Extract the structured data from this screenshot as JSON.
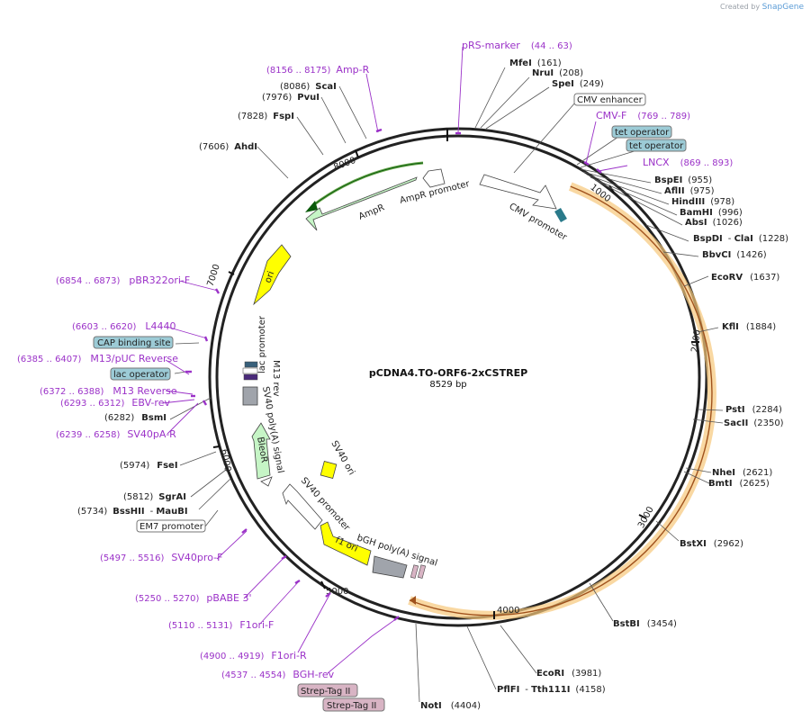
{
  "credit": {
    "prefix": "Created by",
    "brand": "SnapGene"
  },
  "plasmid": {
    "name": "pCDNA4.TO-ORF6-2xCSTREP",
    "size_label": "8529 bp",
    "length": 8529
  },
  "colors": {
    "backbone": "#222222",
    "primer": "#9b32c8",
    "enzyme_leader": "#555555",
    "orf_orange": "#f5a623"
  },
  "ticks": [
    {
      "label": "1000"
    },
    {
      "label": "2000"
    },
    {
      "label": "3000"
    },
    {
      "label": "4000"
    },
    {
      "label": "5000"
    },
    {
      "label": "6000"
    },
    {
      "label": "7000"
    },
    {
      "label": "8000"
    }
  ],
  "enzymes": [
    {
      "name": "MfeI",
      "pos": "(161)"
    },
    {
      "name": "NruI",
      "pos": "(208)"
    },
    {
      "name": "SpeI",
      "pos": "(249)"
    },
    {
      "name": "BspEI",
      "pos": "(955)"
    },
    {
      "name": "AflII",
      "pos": "(975)"
    },
    {
      "name": "HindIII",
      "pos": "(978)"
    },
    {
      "name": "BamHI",
      "pos": "(996)"
    },
    {
      "name": "AbsI",
      "pos": "(1026)"
    },
    {
      "name": "BspDI",
      "name2": "ClaI",
      "pos": "(1228)"
    },
    {
      "name": "BbvCI",
      "pos": "(1426)"
    },
    {
      "name": "EcoRV",
      "pos": "(1637)"
    },
    {
      "name": "KflI",
      "pos": "(1884)"
    },
    {
      "name": "PstI",
      "pos": "(2284)"
    },
    {
      "name": "SacII",
      "pos": "(2350)"
    },
    {
      "name": "NheI",
      "pos": "(2621)"
    },
    {
      "name": "BmtI",
      "pos": "(2625)"
    },
    {
      "name": "BstXI",
      "pos": "(2962)"
    },
    {
      "name": "BstBI",
      "pos": "(3454)"
    },
    {
      "name": "EcoRI",
      "pos": "(3981)"
    },
    {
      "name": "PflFI",
      "name2": "Tth111I",
      "pos": "(4158)"
    },
    {
      "name": "NotI",
      "pos": "(4404)"
    },
    {
      "name": "MauBI",
      "pos": "(5734)",
      "name2": "BssHII"
    },
    {
      "name": "SgrAI",
      "pos": "(5812)"
    },
    {
      "name": "FseI",
      "pos": "(5974)"
    },
    {
      "name": "BsmI",
      "pos": "(6282)"
    },
    {
      "name": "AhdI",
      "pos": "(7606)"
    },
    {
      "name": "FspI",
      "pos": "(7828)"
    },
    {
      "name": "PvuI",
      "pos": "(7976)"
    },
    {
      "name": "ScaI",
      "pos": "(8086)"
    }
  ],
  "primers": [
    {
      "name": "pRS-marker",
      "range": "(44 .. 63)"
    },
    {
      "name": "CMV-F",
      "range": "(769 .. 789)"
    },
    {
      "name": "LNCX",
      "range": "(869 .. 893)"
    },
    {
      "name": "Amp-R",
      "range": "(8156 .. 8175)"
    },
    {
      "name": "pBR322ori-F",
      "range": "(6854 .. 6873)"
    },
    {
      "name": "L4440",
      "range": "(6603 .. 6620)"
    },
    {
      "name": "M13/pUC Reverse",
      "range": "(6385 .. 6407)"
    },
    {
      "name": "M13 Reverse",
      "range": "(6372 .. 6388)"
    },
    {
      "name": "EBV-rev",
      "range": "(6293 .. 6312)"
    },
    {
      "name": "SV40pA-R",
      "range": "(6239 .. 6258)"
    },
    {
      "name": "SV40pro-F",
      "range": "(5497 .. 5516)"
    },
    {
      "name": "pBABE 3'",
      "range": "(5250 .. 5270)"
    },
    {
      "name": "F1ori-F",
      "range": "(5110 .. 5131)"
    },
    {
      "name": "F1ori-R",
      "range": "(4900 .. 4919)"
    },
    {
      "name": "BGH-rev",
      "range": "(4537 .. 4554)"
    }
  ],
  "boxed_features": [
    {
      "label": "CMV enhancer",
      "fill": "#ffffff"
    },
    {
      "label": "tet operator",
      "fill": "#9ccbd6"
    },
    {
      "label": "tet operator",
      "fill": "#9ccbd6"
    },
    {
      "label": "CAP binding site",
      "fill": "#9ccbd6"
    },
    {
      "label": "lac operator",
      "fill": "#9ccbd6"
    },
    {
      "label": "EM7 promoter",
      "fill": "#ffffff"
    },
    {
      "label": "Strep-Tag II",
      "fill": "#d8b4c4"
    },
    {
      "label": "Strep-Tag II",
      "fill": "#d8b4c4"
    }
  ],
  "inner_features": [
    {
      "label": "AmpR",
      "fill": "#c6f5c6"
    },
    {
      "label": "AmpR promoter",
      "fill": "#ffffff"
    },
    {
      "label": "CMV promoter",
      "fill": "#ffffff"
    },
    {
      "label": "ori",
      "fill": "#ffff00"
    },
    {
      "label": "lac promoter",
      "fill": "#ffffff"
    },
    {
      "label": "M13 rev",
      "fill": "#ffffff"
    },
    {
      "label": "SV40 poly(A) signal",
      "fill": "#a0a4ab"
    },
    {
      "label": "BleoR",
      "fill": "#c6f5c6"
    },
    {
      "label": "SV40 ori",
      "fill": "#ffff00"
    },
    {
      "label": "SV40 promoter",
      "fill": "#ffffff"
    },
    {
      "label": "f1 ori",
      "fill": "#ffff00"
    },
    {
      "label": "bGH poly(A) signal",
      "fill": "#a0a4ab"
    }
  ]
}
